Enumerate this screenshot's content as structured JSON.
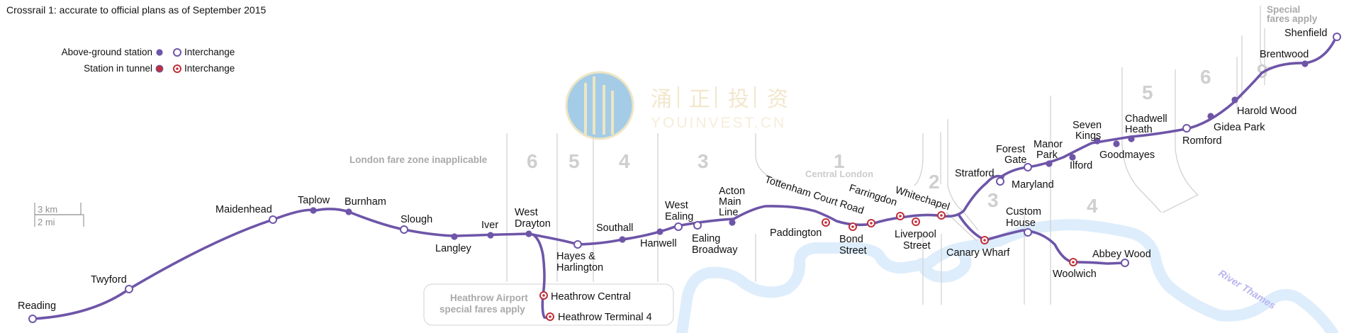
{
  "title": "Crossrail 1: accurate to official plans as of September 2015",
  "legend": {
    "above_ground": "Above-ground station",
    "in_tunnel": "Station in tunnel",
    "interchange": "Interchange"
  },
  "scale": {
    "km": "3 km",
    "mi": "2 mi"
  },
  "zones": {
    "fare_zone_na": "London fare zone inapplicable",
    "central_london": "Central London",
    "heathrow_line1": "Heathrow Airport",
    "heathrow_line2": "special fares apply",
    "special_line1": "Special",
    "special_line2": "fares apply",
    "z6a": "6",
    "z5a": "5",
    "z4a": "4",
    "z3a": "3",
    "z1": "1",
    "z2": "2",
    "z3b": "3",
    "z4b": "4",
    "z5b": "5",
    "z6b": "6",
    "z9": "9"
  },
  "river": "River Thames",
  "watermark": {
    "chars": [
      "涌",
      "正",
      "投",
      "资"
    ],
    "latin": "YOUINVEST.CN"
  },
  "stations": {
    "reading": "Reading",
    "twyford": "Twyford",
    "maidenhead": "Maidenhead",
    "taplow": "Taplow",
    "burnham": "Burnham",
    "slough": "Slough",
    "langley": "Langley",
    "iver": "Iver",
    "west_drayton": [
      "West",
      "Drayton"
    ],
    "hayes": [
      "Hayes &",
      "Harlington"
    ],
    "heathrow_central": "Heathrow Central",
    "heathrow_t4": "Heathrow Terminal 4",
    "southall": "Southall",
    "hanwell": "Hanwell",
    "west_ealing": [
      "West",
      "Ealing"
    ],
    "ealing_broadway": [
      "Ealing",
      "Broadway"
    ],
    "acton_main_line": [
      "Acton",
      "Main",
      "Line"
    ],
    "paddington": "Paddington",
    "bond_street": [
      "Bond",
      "Street"
    ],
    "tottenham_court_road": "Tottenham Court Road",
    "farringdon": "Farringdon",
    "liverpool_street": [
      "Liverpool",
      "Street"
    ],
    "whitechapel": "Whitechapel",
    "canary_wharf": "Canary Wharf",
    "custom_house": [
      "Custom",
      "House"
    ],
    "woolwich": "Woolwich",
    "abbey_wood": "Abbey Wood",
    "stratford": "Stratford",
    "maryland": "Maryland",
    "forest_gate": [
      "Forest",
      "Gate"
    ],
    "manor_park": [
      "Manor",
      "Park"
    ],
    "ilford": "Ilford",
    "seven_kings": [
      "Seven",
      "Kings"
    ],
    "goodmayes": "Goodmayes",
    "chadwell_heath": [
      "Chadwell",
      "Heath"
    ],
    "romford": "Romford",
    "gidea_park": "Gidea Park",
    "harold_wood": "Harold Wood",
    "brentwood": "Brentwood",
    "shenfield": "Shenfield"
  },
  "colors": {
    "line": "#6e55a8",
    "tunnel_station": "#c0303a",
    "river": "#deedfb",
    "zone_text": "#cfcfcf"
  }
}
